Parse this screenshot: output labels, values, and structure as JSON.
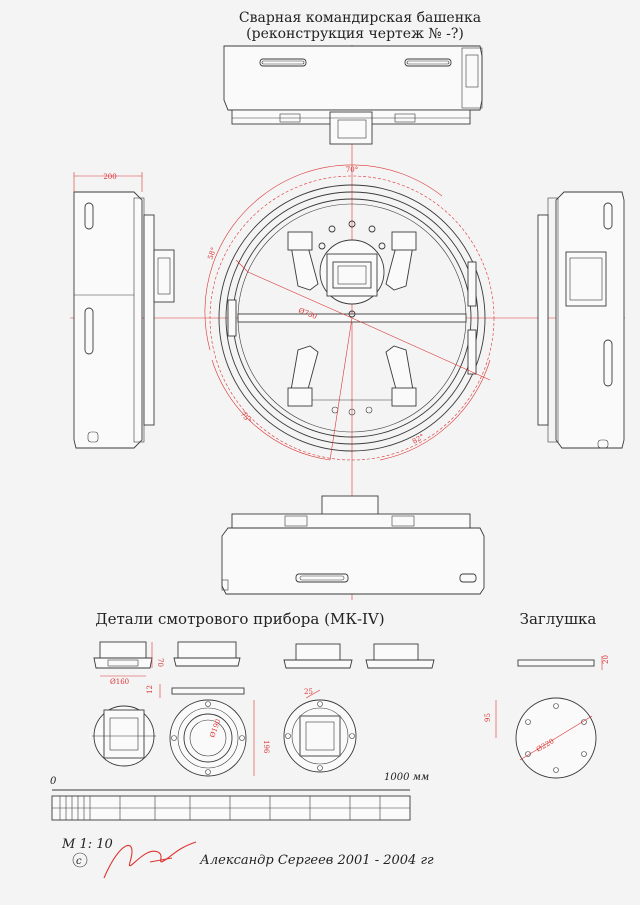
{
  "title": {
    "line1": "Сварная командирская башенка",
    "line2": "(реконструкция чертеж № -?)"
  },
  "dimensions": {
    "angle_top": "70°",
    "angle_left": "58°",
    "angle_bottom_left": "75°",
    "angle_bottom_right": "82°",
    "width_side": "200",
    "diameter_main": "Ø730",
    "detail_height": "70",
    "detail_diam": "Ø160",
    "detail_thick": "12",
    "detail_diam2": "Ø190",
    "detail_height2": "196",
    "detail_width": "25",
    "plug_height": "20",
    "plug_offset": "95",
    "plug_diam": "Ø220"
  },
  "sections": {
    "viewer": "Детали смотрового прибора (МК-IV)",
    "plug": "Заглушка"
  },
  "scale_bar": {
    "start": "0",
    "end": "1000 мм",
    "ratio": "М 1: 10"
  },
  "copyright": "c",
  "author": "Александр Сергеев 2001 - 2004 гг",
  "colors": {
    "lines": "#3a3a3a",
    "dimensions": "#d33333",
    "paper": "#f4f4f4"
  }
}
